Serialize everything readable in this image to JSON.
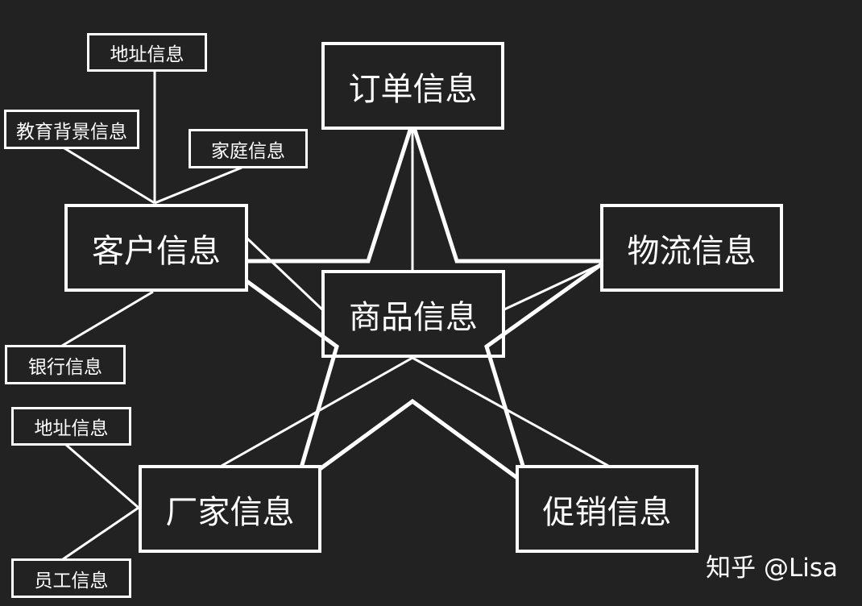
{
  "diagram": {
    "nodes": {
      "order": "订单信息",
      "customer": "客户信息",
      "logistics": "物流信息",
      "product": "商品信息",
      "manufacturer": "厂家信息",
      "promotion": "促销信息",
      "address_customer": "地址信息",
      "education": "教育背景信息",
      "family": "家庭信息",
      "bank": "银行信息",
      "address_manufacturer": "地址信息",
      "employee": "员工信息"
    },
    "line_color": "#ffffff",
    "background": "#222222"
  },
  "watermark": "知乎 @Lisa"
}
